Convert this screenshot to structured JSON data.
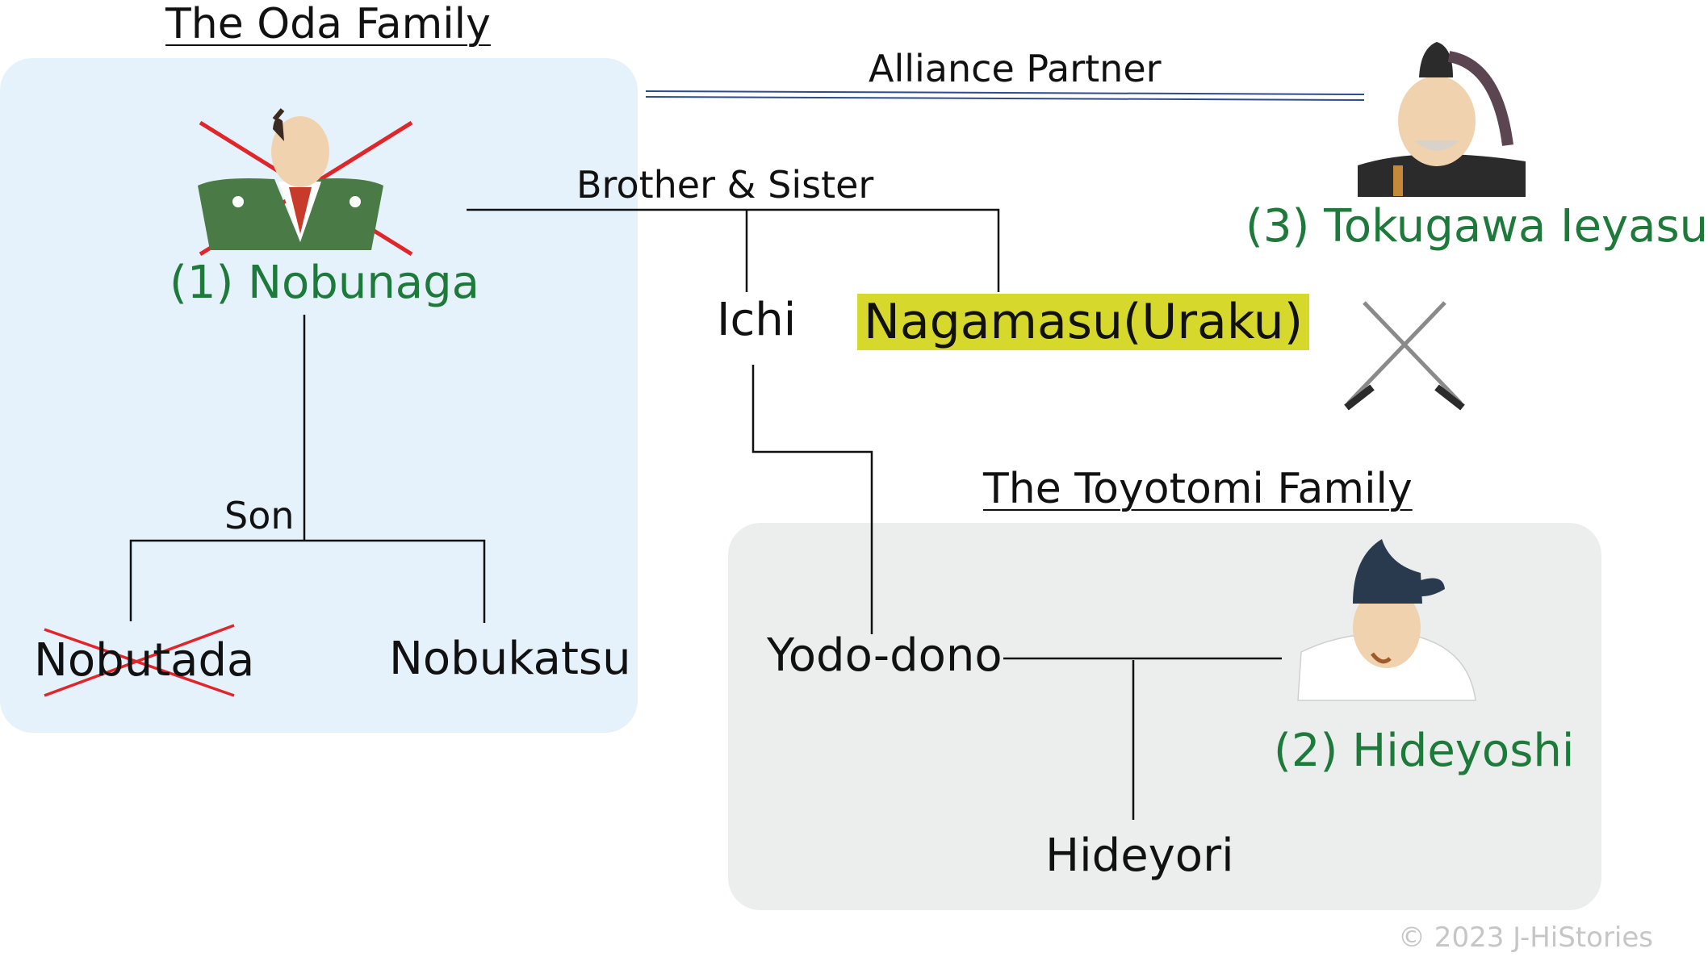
{
  "diagram": {
    "oda_family": {
      "heading": "The Oda Family",
      "nobunaga": "(1) Nobunaga",
      "son_label": "Son",
      "nobutada": "Nobutada",
      "nobukatsu": "Nobukatsu"
    },
    "siblings": {
      "label": "Brother & Sister",
      "ichi": "Ichi",
      "nagamasu": "Nagamasu(Uraku)"
    },
    "tokugawa": {
      "alliance_label": "Alliance Partner",
      "name": "(3) Tokugawa Ieyasu"
    },
    "toyotomi_family": {
      "heading": "The Toyotomi Family",
      "yodo": "Yodo-dono",
      "hideyoshi": "(2) Hideyoshi",
      "hideyori": "Hideyori"
    },
    "copyright": "© 2023 J-HiStories"
  },
  "colors": {
    "oda_panel": "#e6f2fb",
    "toyotomi_panel": "#eceeed",
    "green_names": "#1e7a3a",
    "highlight": "#d6d92b",
    "cross_mark": "#e0262b",
    "alliance_line": "#2f4b8f"
  }
}
